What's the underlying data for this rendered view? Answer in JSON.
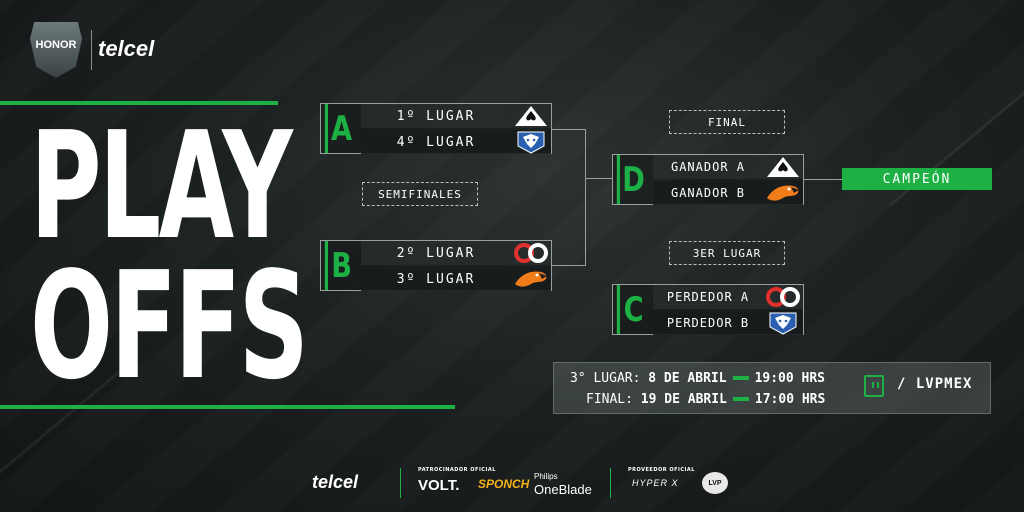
{
  "branding": {
    "league_logo_text": "HONOR",
    "sponsor_top": "telcel"
  },
  "title": {
    "line1": "PLAY",
    "line2": "OFFS"
  },
  "bracket": {
    "semifinals_label": "SEMIFINALES",
    "final_label": "FINAL",
    "third_place_label": "3ER LUGAR",
    "groups": [
      {
        "letter": "A",
        "slots": [
          {
            "label": "1º LUGAR",
            "icon": "white-spade-logo"
          },
          {
            "label": "4º LUGAR",
            "icon": "blue-wolf-logo"
          }
        ]
      },
      {
        "letter": "B",
        "slots": [
          {
            "label": "2º LUGAR",
            "icon": "red-infinity-logo"
          },
          {
            "label": "3º LUGAR",
            "icon": "orange-parrot-logo"
          }
        ]
      },
      {
        "letter": "D",
        "slots": [
          {
            "label": "GANADOR A",
            "icon": "white-spade-logo"
          },
          {
            "label": "GANADOR B",
            "icon": "orange-parrot-logo"
          }
        ]
      },
      {
        "letter": "C",
        "slots": [
          {
            "label": "PERDEDOR A",
            "icon": "red-infinity-logo"
          },
          {
            "label": "PERDEDOR B",
            "icon": "blue-wolf-logo"
          }
        ]
      }
    ],
    "champion_label": "CAMPEÓN"
  },
  "schedule": {
    "rows": [
      {
        "event": "3° LUGAR:",
        "date": "8 DE ABRIL",
        "time": "19:00 HRS"
      },
      {
        "event": "FINAL:",
        "date": "19 DE ABRIL",
        "time": "17:00 HRS"
      }
    ],
    "channel": "/ LVPMEX",
    "channel_icon": "twitch-icon"
  },
  "sponsors": {
    "telcel": "telcel",
    "official_sponsor_label": "PATROCINADOR OFICIAL",
    "volt": "VOLT.",
    "sponch": "SPONCH",
    "philips_line1": "Philips",
    "philips_line2": "OneBlade",
    "official_provider_label": "PROVEEDOR OFICIAL",
    "hyperx": "HYPER X",
    "lvp": "LVP"
  },
  "colors": {
    "accent_green": "#1db044",
    "background": "#1c2121"
  }
}
